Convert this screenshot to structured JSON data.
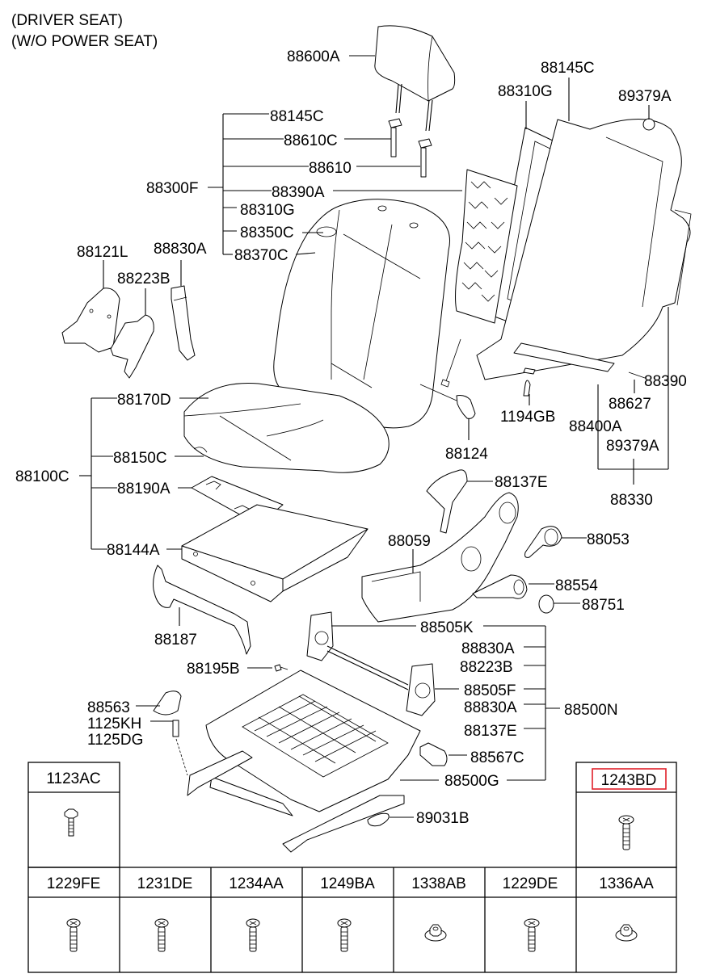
{
  "title_lines": [
    "(DRIVER SEAT)",
    "(W/O POWER SEAT)"
  ],
  "highlight_color": "#e0202a",
  "callouts": {
    "p88600A": "88600A",
    "p88145C_top": "88145C",
    "p88310G_top": "88310G",
    "p89379A_top": "89379A",
    "p88300F": "88300F",
    "p88145C": "88145C",
    "p88610C": "88610C",
    "p88610": "88610",
    "p88390A": "88390A",
    "p88310G": "88310G",
    "p88350C": "88350C",
    "p88370C": "88370C",
    "p88121L": "88121L",
    "p88830A_top": "88830A",
    "p88223B_top": "88223B",
    "p88390": "88390",
    "p88627": "88627",
    "p1194GB": "1194GB",
    "p88400A": "88400A",
    "p89379A": "89379A",
    "p88330": "88330",
    "p88124": "88124",
    "p88170D": "88170D",
    "p88100C": "88100C",
    "p88150C": "88150C",
    "p88190A": "88190A",
    "p88144A": "88144A",
    "p88187": "88187",
    "p88137E_top": "88137E",
    "p88059": "88059",
    "p88053": "88053",
    "p88554": "88554",
    "p88751": "88751",
    "p88505K": "88505K",
    "p88830A_a": "88830A",
    "p88223B": "88223B",
    "p88505F": "88505F",
    "p88830A_b": "88830A",
    "p88500N": "88500N",
    "p88137E": "88137E",
    "p88567C": "88567C",
    "p88500G": "88500G",
    "p89031B": "89031B",
    "p88195B": "88195B",
    "p88563": "88563",
    "p1125KH": "1125KH",
    "p1125DG": "1125DG"
  },
  "fastener_table": {
    "top_left": {
      "code": "1123AC",
      "icon": "hex-flange-bolt"
    },
    "top_right": {
      "code": "1243BD",
      "icon": "phillips-screw",
      "highlighted": true
    },
    "bottom_row": [
      {
        "code": "1229FE",
        "icon": "phillips-screw"
      },
      {
        "code": "1231DE",
        "icon": "phillips-screw"
      },
      {
        "code": "1234AA",
        "icon": "phillips-screw"
      },
      {
        "code": "1249BA",
        "icon": "phillips-screw"
      },
      {
        "code": "1338AB",
        "icon": "flange-nut"
      },
      {
        "code": "1229DE",
        "icon": "phillips-screw"
      },
      {
        "code": "1336AA",
        "icon": "flange-nut"
      }
    ]
  }
}
